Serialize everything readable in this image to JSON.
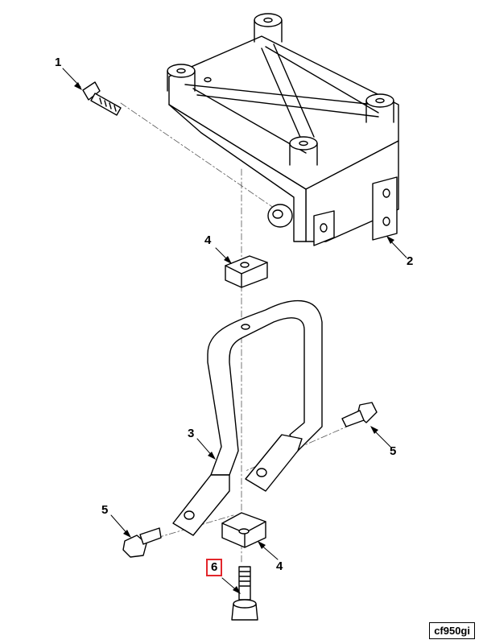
{
  "callouts": {
    "c1": "1",
    "c2": "2",
    "c3": "3",
    "c4a": "4",
    "c4b": "4",
    "c5a": "5",
    "c5b": "5",
    "c6": "6"
  },
  "highlighted_callout": "6",
  "figure_id": "cf950gi",
  "colors": {
    "line": "#000000",
    "highlight": "#e3262b",
    "background": "#ffffff"
  }
}
